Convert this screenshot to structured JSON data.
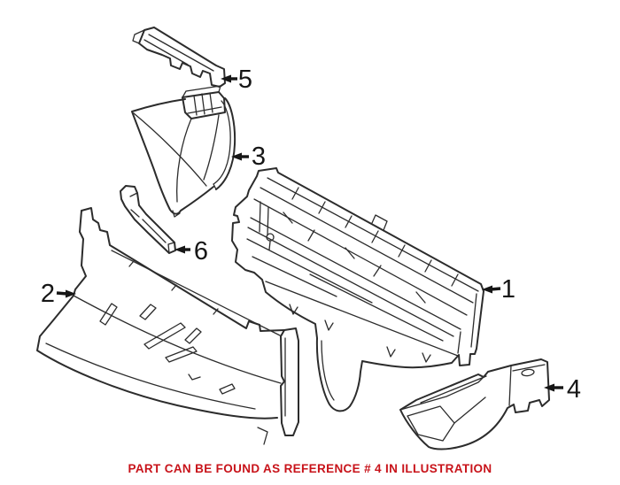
{
  "diagram": {
    "background_color": "#ffffff",
    "line_color": "#2c2c2c",
    "label_color": "#161616",
    "callouts": [
      {
        "number": "1"
      },
      {
        "number": "2"
      },
      {
        "number": "3"
      },
      {
        "number": "4"
      },
      {
        "number": "5"
      },
      {
        "number": "6"
      }
    ],
    "caption": {
      "text": "PART CAN BE FOUND AS REFERENCE # 4 IN ILLUSTRATION",
      "color": "#c8131a"
    }
  }
}
